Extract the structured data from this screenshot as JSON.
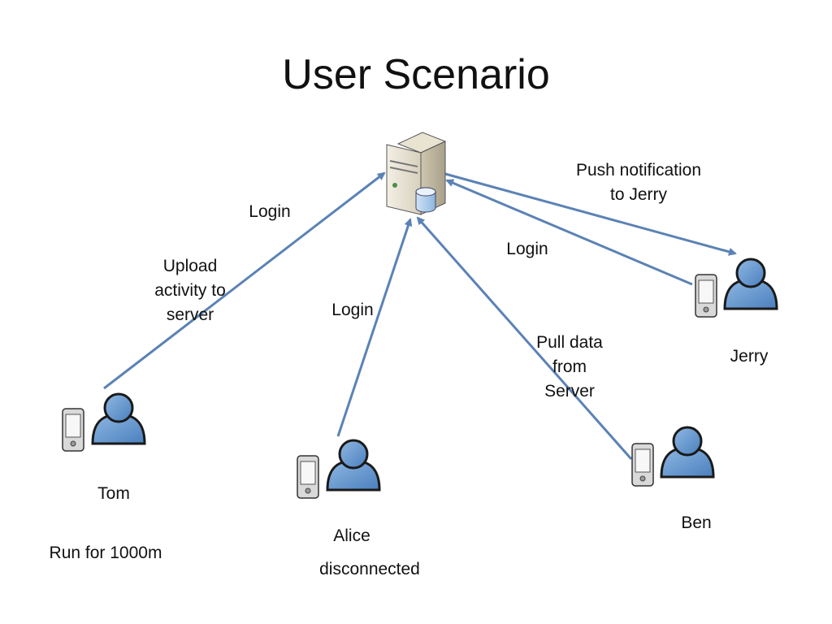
{
  "title": "User Scenario",
  "colors": {
    "arrow": "#5b82b5",
    "person_fill": "#5b8fc9",
    "person_outline": "#1a1a1a"
  },
  "icons": {
    "server": "server-database-icon",
    "phone": "mobile-phone-icon",
    "person": "person-icon"
  },
  "users": [
    {
      "name": "Tom",
      "status": "Run for 1000m"
    },
    {
      "name": "Alice",
      "status": "disconnected"
    },
    {
      "name": "Ben",
      "status": ""
    },
    {
      "name": "Jerry",
      "status": ""
    }
  ],
  "edges": {
    "tom_login": "Login",
    "tom_upload": "Upload\nactivity to\nserver",
    "alice_login": "Login",
    "ben_pull": "Pull data\nfrom\nServer",
    "jerry_login": "Login",
    "jerry_push": "Push notification\nto Jerry"
  }
}
